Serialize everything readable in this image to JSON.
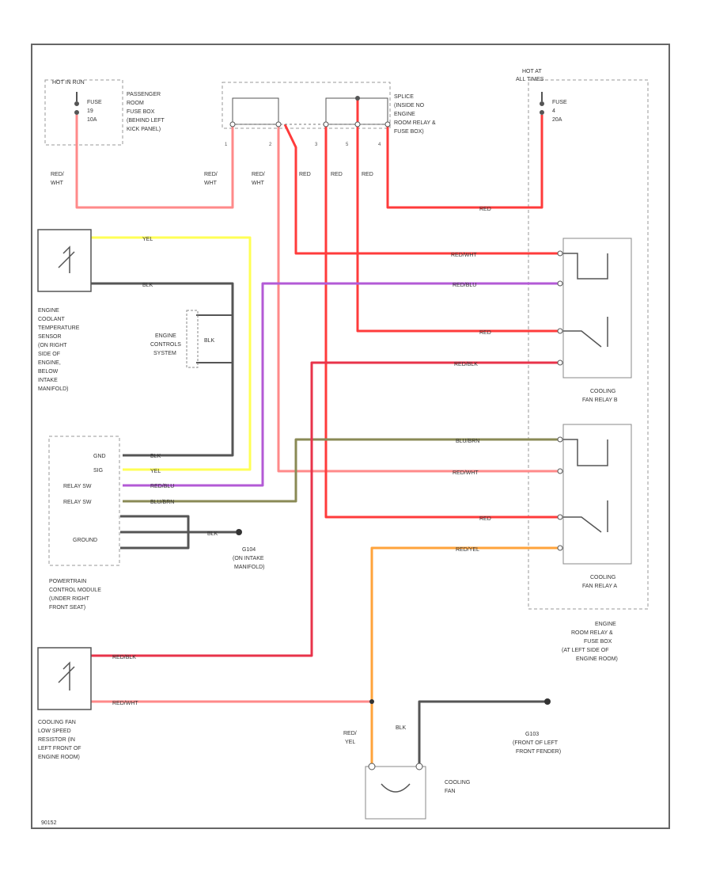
{
  "wire_colors": {
    "red": "#ff3b3b",
    "red_white": "#ff8a8a",
    "red_black": "#e8334a",
    "yellow": "#ffff55",
    "black": "#555555",
    "purple": "#b35ad6",
    "blue_brown": "#8a8a55",
    "red_yellow": "#ffa33b"
  },
  "labels": {
    "hot_in_run": "HOT IN RUN",
    "fuse_19_text": [
      "FUSE",
      "19",
      "10A"
    ],
    "pass_fuse_box": [
      "PASSENGER",
      "ROOM",
      "FUSE BOX",
      "(BEHIND LEFT",
      "KICK PANEL)"
    ],
    "splice": [
      "SPLICE",
      "(INSIDE NO",
      "ENGINE",
      "ROOM RELAY &",
      "FUSE BOX)"
    ],
    "hot_at_all_times": [
      "HOT AT",
      "ALL TIMES"
    ],
    "fuse_4_text": [
      "FUSE",
      "4",
      "20A"
    ],
    "ect_sensor": [
      "ENGINE",
      "COOLANT",
      "TEMPERATURE",
      "SENSOR",
      "(ON RIGHT",
      "SIDE OF",
      "ENGINE,",
      "BELOW",
      "INTAKE",
      "MANIFOLD)"
    ],
    "engine_controls": [
      "ENGINE",
      "CONTROLS",
      "SYSTEM"
    ],
    "pcm_pins": [
      "GND",
      "SIG",
      "RELAY SW",
      "RELAY SW",
      "GROUND"
    ],
    "pcm": [
      "POWERTRAIN",
      "CONTROL MODULE",
      "(UNDER RIGHT",
      "FRONT SEAT)"
    ],
    "g104": [
      "G104",
      "(ON INTAKE",
      "MANIFOLD)"
    ],
    "relay_b": [
      "COOLING",
      "FAN RELAY B"
    ],
    "relay_a": [
      "COOLING",
      "FAN RELAY A"
    ],
    "engine_box": [
      "ENGINE",
      "ROOM RELAY &",
      "FUSE BOX",
      "(AT LEFT SIDE OF",
      "ENGINE ROOM)"
    ],
    "resistor": [
      "COOLING FAN",
      "LOW SPEED",
      "RESISTOR (IN",
      "LEFT FRONT OF",
      "ENGINE ROOM)"
    ],
    "g103": [
      "G103",
      "(FRONT OF LEFT",
      "FRONT FENDER)"
    ],
    "fan": [
      "COOLING",
      "FAN"
    ],
    "footer": "90152"
  },
  "wire_labels": {
    "red_wht_1": [
      "RED/",
      "WHT"
    ],
    "red_wht_2": [
      "RED/",
      "WHT"
    ],
    "red_wht_3": [
      "RED/",
      "WHT"
    ],
    "red_1": "RED",
    "red_2": "RED",
    "red_3": "RED",
    "red_top": "RED",
    "yel": "YEL",
    "blk": "BLK",
    "blk_ecs": "BLK",
    "red_wht_h1": "RED/WHT",
    "red_blu_h": "RED/BLU",
    "red_h": "RED",
    "red_blk_h": "RED/BLK",
    "blu_brn_h": "BLU/BRN",
    "red_wht_h2": "RED/WHT",
    "red_h2": "RED",
    "red_yel_h": "RED/YEL",
    "pcm_blk": "BLK",
    "pcm_yel": "YEL",
    "pcm_red_blu": "RED/BLU",
    "pcm_blu_brn": "BLU/BRN",
    "red_blk_res": "RED/BLK",
    "red_wht_res": "RED/WHT",
    "red_yel_v": [
      "RED/",
      "YEL"
    ],
    "blk_fan": "BLK",
    "blk_g104": "BLK"
  },
  "pin_numbers": {
    "splice": [
      "1",
      "2",
      "3",
      "4",
      "5"
    ]
  }
}
